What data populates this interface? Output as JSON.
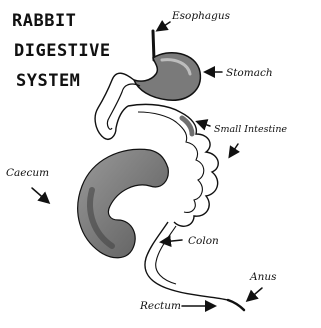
{
  "title": {
    "line1": "RABBIT",
    "line2": "DIGESTIVE",
    "line3": "SYSTEM"
  },
  "labels": {
    "esophagus": "Esophagus",
    "stomach": "Stomach",
    "small_intestine": "Small Intestine",
    "caecum": "Caecum",
    "colon": "Colon",
    "rectum": "Rectum",
    "anus": "Anus"
  },
  "colors": {
    "ink": "#111111",
    "organ_fill": "#6f6f6f",
    "organ_light": "#c9c9c9"
  }
}
